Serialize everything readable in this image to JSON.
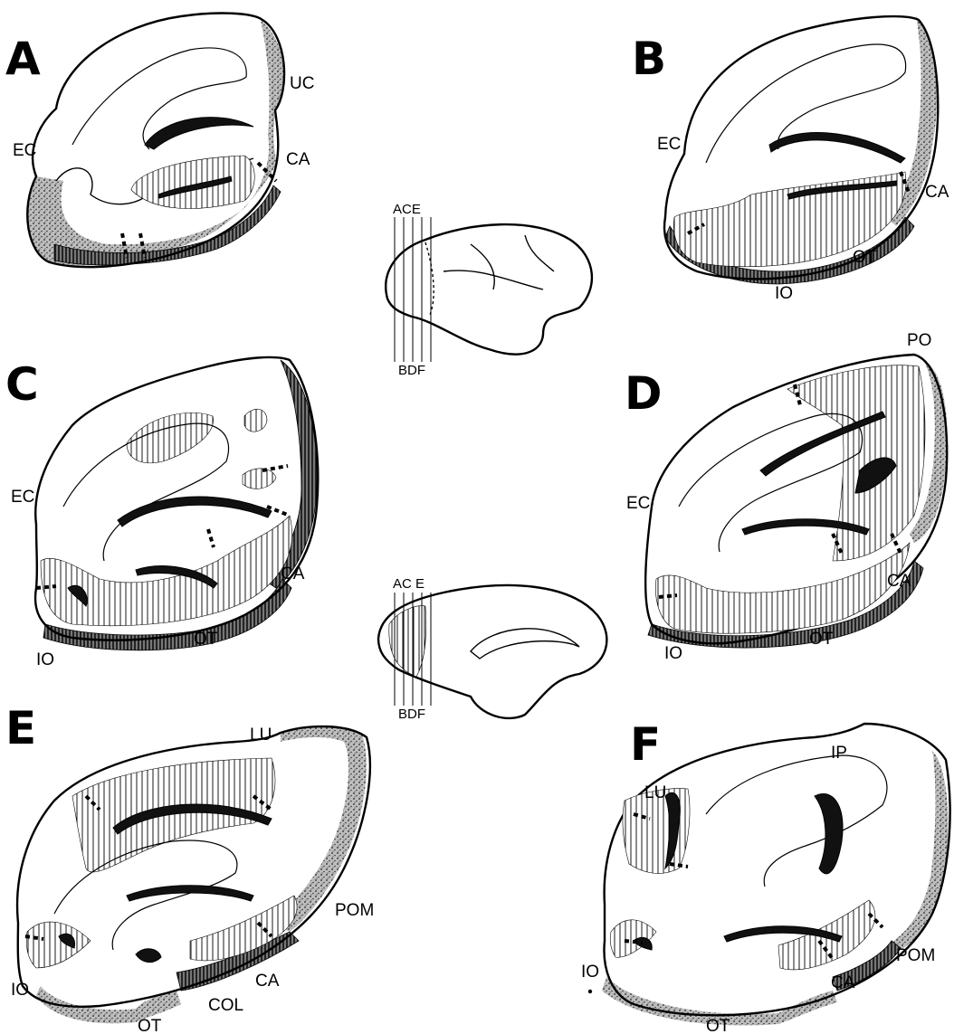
{
  "panels": {
    "A": {
      "letter": "A",
      "labels": [
        "UC",
        "EC",
        "CA"
      ]
    },
    "B": {
      "letter": "B",
      "labels": [
        "EC",
        "CA",
        "OT",
        "IO"
      ]
    },
    "C": {
      "letter": "C",
      "labels": [
        "EC",
        "CA",
        "IO",
        "OT"
      ]
    },
    "D": {
      "letter": "D",
      "labels": [
        "PO",
        "EC",
        "CA",
        "IO",
        "OT"
      ]
    },
    "E": {
      "letter": "E",
      "labels": [
        "LU",
        "POM",
        "IO",
        "CA",
        "COL",
        "OT"
      ]
    },
    "F": {
      "letter": "F",
      "labels": [
        "IP",
        "LU",
        "POM",
        "IO",
        "CA",
        "OT"
      ]
    }
  },
  "brain_lateral": {
    "top_cuts": "ACE",
    "bottom_cuts": "BDF"
  },
  "brain_medial": {
    "top_cuts": "AC E",
    "bottom_cuts": "BDF"
  }
}
